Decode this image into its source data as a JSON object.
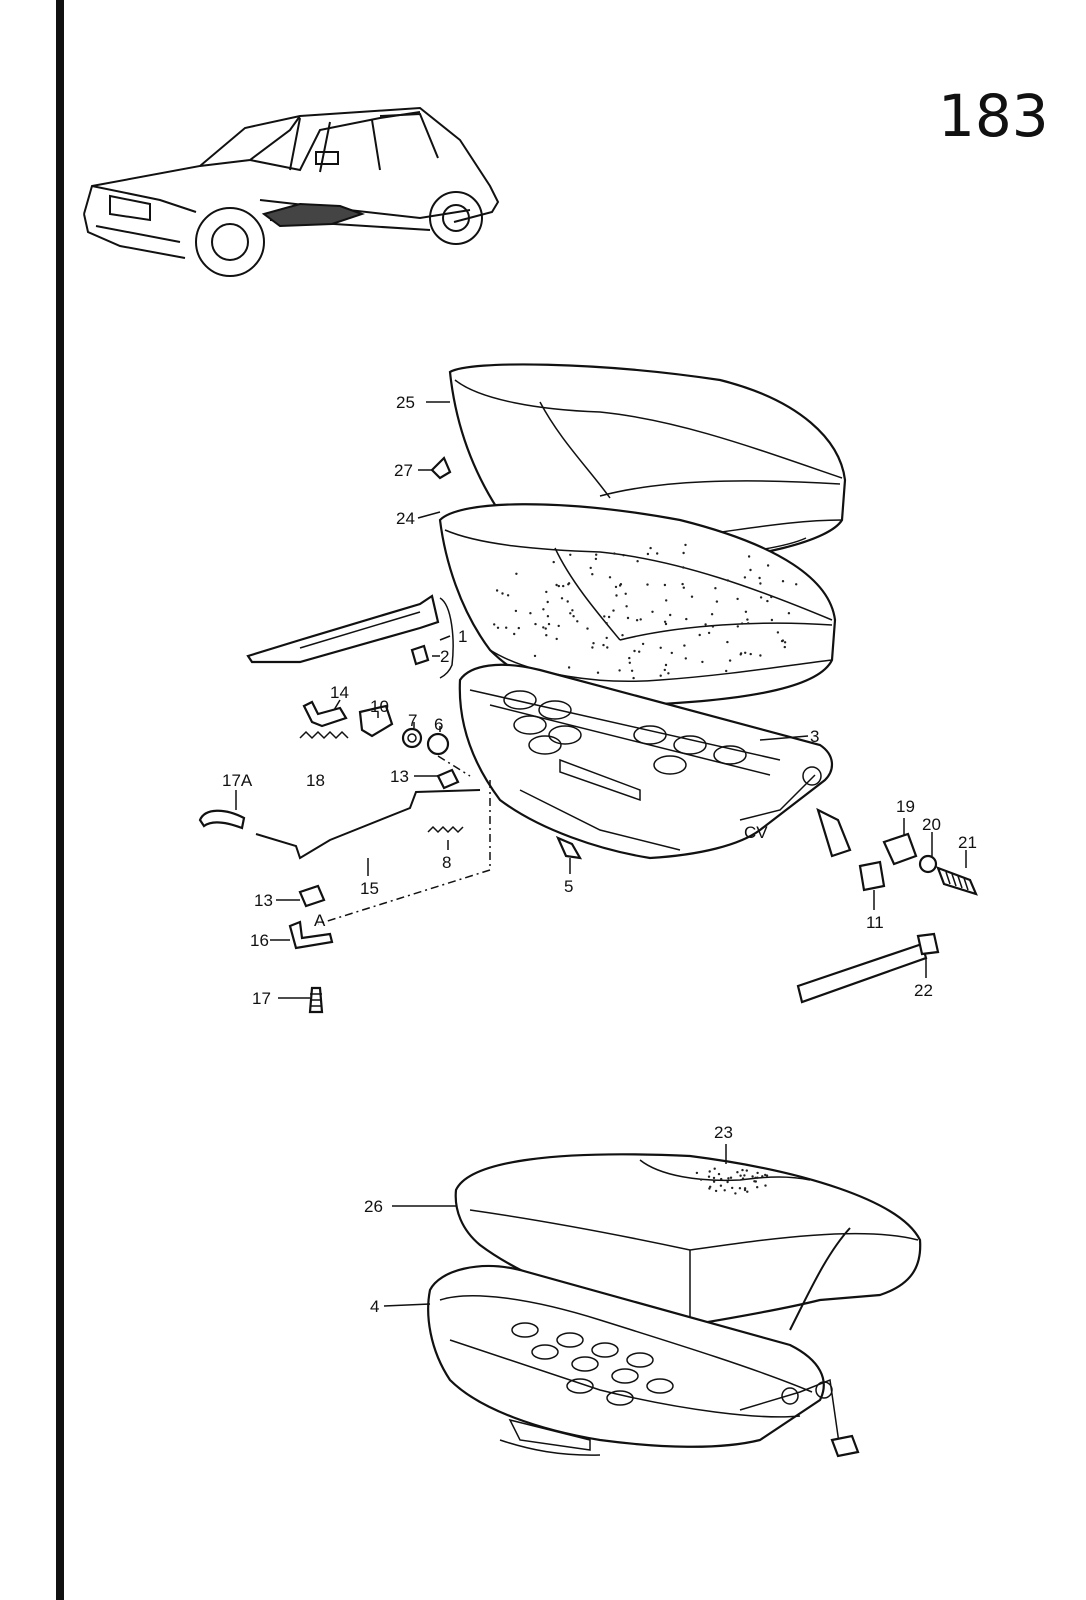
{
  "page_number": "183",
  "callouts": [
    {
      "id": "1",
      "text": "1"
    },
    {
      "id": "2",
      "text": "2"
    },
    {
      "id": "3",
      "text": "3"
    },
    {
      "id": "4",
      "text": "4"
    },
    {
      "id": "5",
      "text": "5"
    },
    {
      "id": "6",
      "text": "6"
    },
    {
      "id": "7",
      "text": "7"
    },
    {
      "id": "8",
      "text": "8"
    },
    {
      "id": "10",
      "text": "10"
    },
    {
      "id": "11",
      "text": "11"
    },
    {
      "id": "13a",
      "text": "13"
    },
    {
      "id": "13b",
      "text": "13"
    },
    {
      "id": "14",
      "text": "14"
    },
    {
      "id": "15",
      "text": "15"
    },
    {
      "id": "16",
      "text": "16"
    },
    {
      "id": "17",
      "text": "17"
    },
    {
      "id": "17A",
      "text": "17A"
    },
    {
      "id": "18",
      "text": "18"
    },
    {
      "id": "19",
      "text": "19"
    },
    {
      "id": "20",
      "text": "20"
    },
    {
      "id": "21",
      "text": "21"
    },
    {
      "id": "22",
      "text": "22"
    },
    {
      "id": "23",
      "text": "23"
    },
    {
      "id": "24",
      "text": "24"
    },
    {
      "id": "25",
      "text": "25"
    },
    {
      "id": "26",
      "text": "26"
    },
    {
      "id": "27",
      "text": "27"
    },
    {
      "id": "A",
      "text": "A"
    }
  ],
  "part_marking": "CV",
  "colors": {
    "ink": "#111111",
    "paper": "#ffffff"
  }
}
